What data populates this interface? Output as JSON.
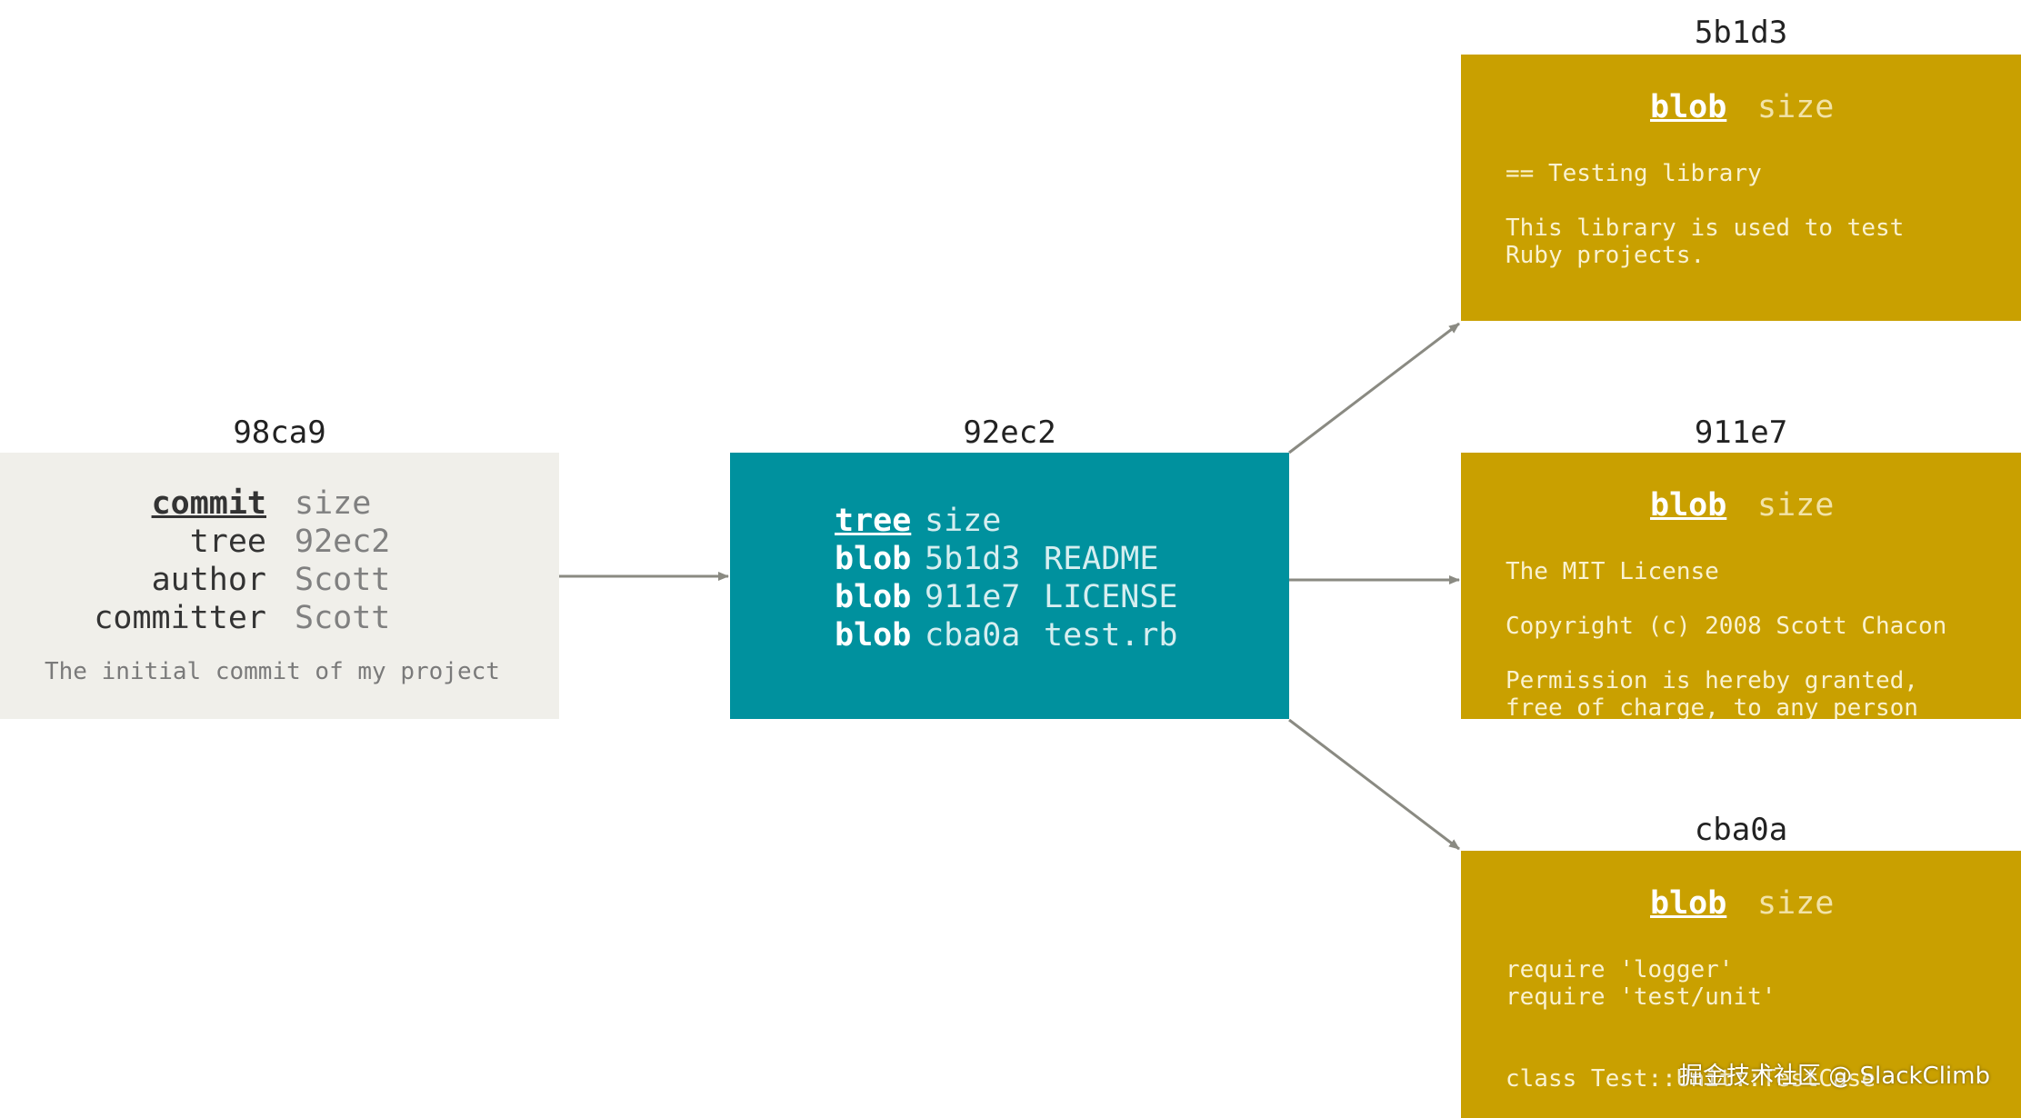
{
  "commit": {
    "hash": "98ca9",
    "type_label": "commit",
    "size_label": "size",
    "fields": [
      {
        "key": "tree",
        "value": "92ec2"
      },
      {
        "key": "author",
        "value": "Scott"
      },
      {
        "key": "committer",
        "value": "Scott"
      }
    ],
    "message": "The initial commit of my project",
    "color": "#f0efea"
  },
  "tree": {
    "hash": "92ec2",
    "type_label": "tree",
    "size_label": "size",
    "entries": [
      {
        "type": "blob",
        "hash": "5b1d3",
        "name": "README"
      },
      {
        "type": "blob",
        "hash": "911e7",
        "name": "LICENSE"
      },
      {
        "type": "blob",
        "hash": "cba0a",
        "name": "test.rb"
      }
    ],
    "color": "#00919e"
  },
  "blobs": [
    {
      "hash": "5b1d3",
      "type_label": "blob",
      "size_label": "size",
      "content": "== Testing library\n\nThis library is used to test\nRuby projects."
    },
    {
      "hash": "911e7",
      "type_label": "blob",
      "size_label": "size",
      "content": "The MIT License\n\nCopyright (c) 2008 Scott Chacon\n\nPermission is hereby granted,\nfree of charge, to any person"
    },
    {
      "hash": "cba0a",
      "type_label": "blob",
      "size_label": "size",
      "content": "require 'logger'\nrequire 'test/unit'\n\n\nclass Test::Unit::TestCase"
    }
  ],
  "blob_color": "#c9a000",
  "arrow_color": "#8a8a82",
  "watermark": "掘金技术社区 @ SlackClimb"
}
